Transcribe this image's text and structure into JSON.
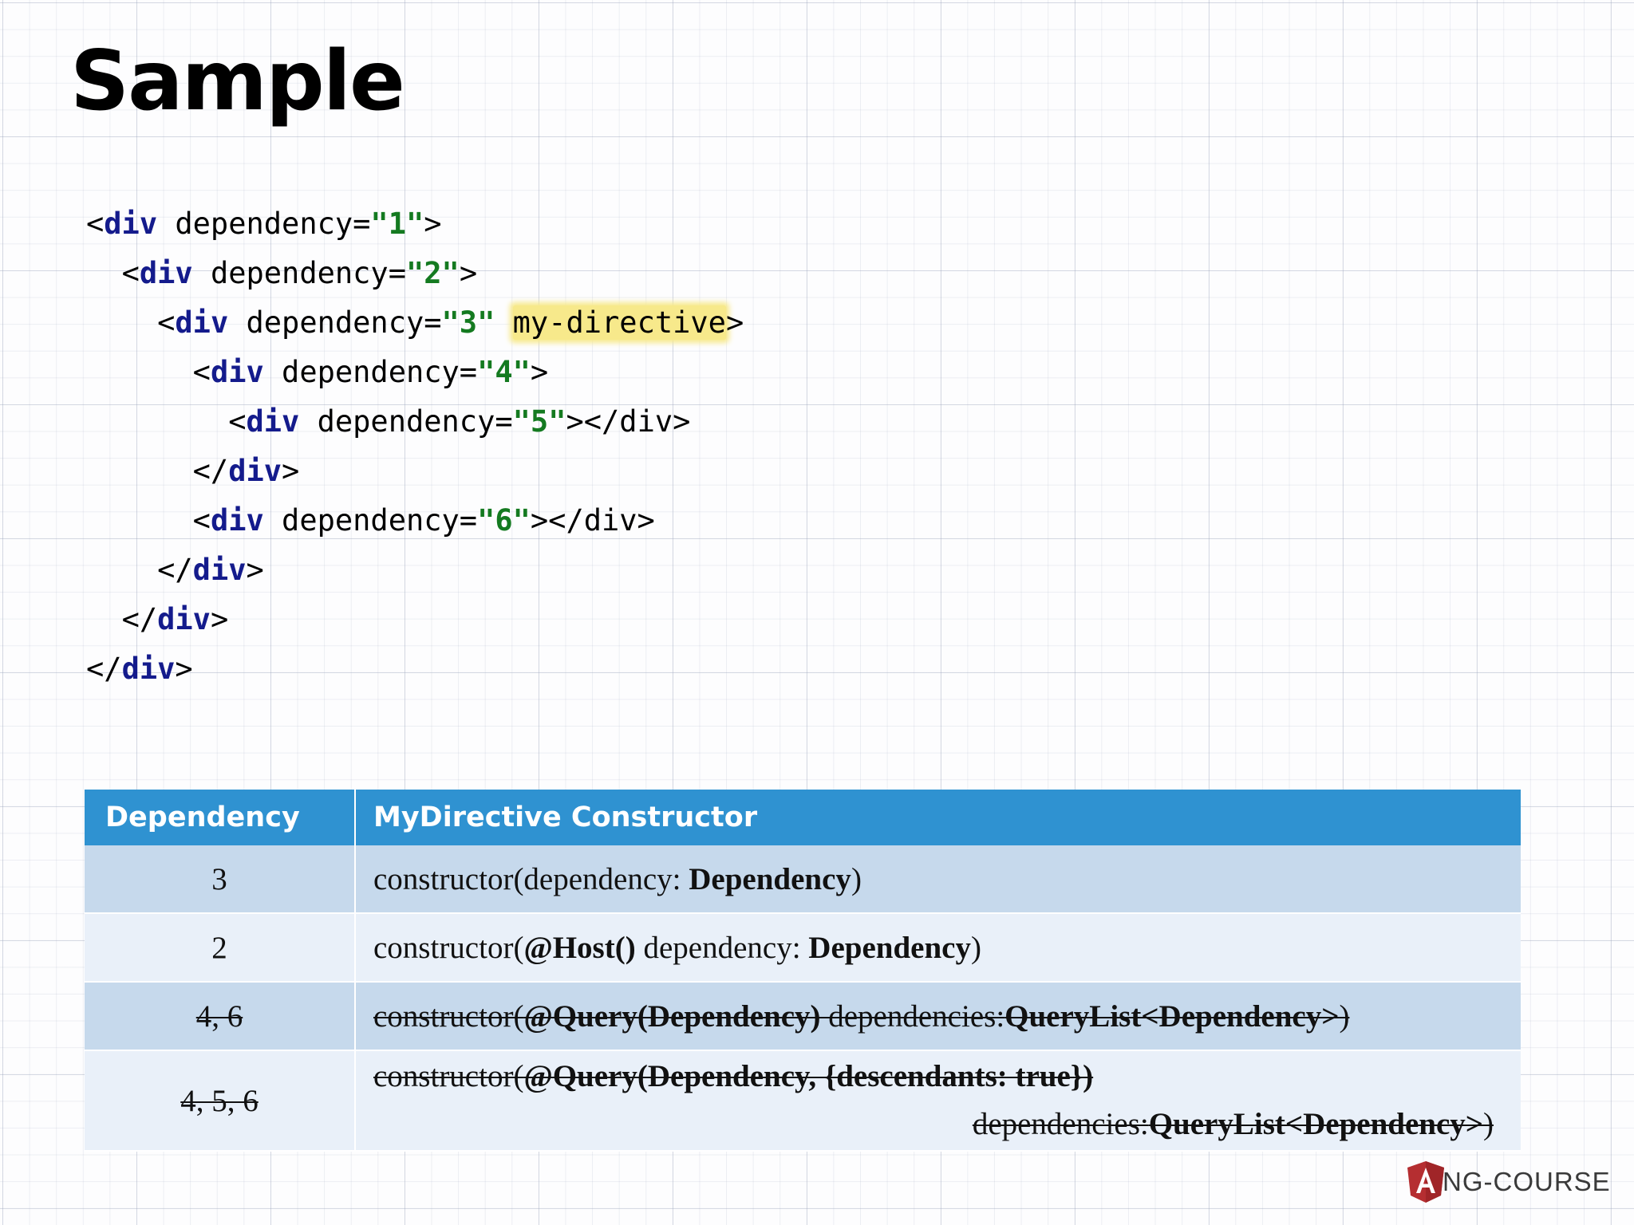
{
  "slide": {
    "title": "Sample"
  },
  "code": {
    "language": "html",
    "highlight_color": "#f7e98b",
    "tag_color": "#141b8c",
    "value_color": "#147a20",
    "lines": [
      {
        "indent": "",
        "open": "<",
        "tag": "div",
        "attr": " dependency=",
        "value": "\"1\"",
        "highlight": "",
        "close": ">"
      },
      {
        "indent": "  ",
        "open": "<",
        "tag": "div",
        "attr": " dependency=",
        "value": "\"2\"",
        "highlight": "",
        "close": ">"
      },
      {
        "indent": "    ",
        "open": "<",
        "tag": "div",
        "attr": " dependency=",
        "value": "\"3\"",
        "highlight": "my-directive",
        "close": ">"
      },
      {
        "indent": "      ",
        "open": "<",
        "tag": "div",
        "attr": " dependency=",
        "value": "\"4\"",
        "highlight": "",
        "close": ">"
      },
      {
        "indent": "        ",
        "open": "<",
        "tag": "div",
        "attr": " dependency=",
        "value": "\"5\"",
        "highlight": "",
        "close": "></div>"
      },
      {
        "indent": "      ",
        "open": "</",
        "tag": "div",
        "attr": "",
        "value": "",
        "highlight": "",
        "close": ">"
      },
      {
        "indent": "      ",
        "open": "<",
        "tag": "div",
        "attr": " dependency=",
        "value": "\"6\"",
        "highlight": "",
        "close": "></div>"
      },
      {
        "indent": "    ",
        "open": "</",
        "tag": "div",
        "attr": "",
        "value": "",
        "highlight": "",
        "close": ">"
      },
      {
        "indent": "  ",
        "open": "</",
        "tag": "div",
        "attr": "",
        "value": "",
        "highlight": "",
        "close": ">"
      },
      {
        "indent": "",
        "open": "</",
        "tag": "div",
        "attr": "",
        "value": "",
        "highlight": "",
        "close": ">"
      }
    ]
  },
  "table": {
    "header_bg": "#2f92d1",
    "row_odd_bg": "#c6d9ec",
    "row_even_bg": "#e9f0f9",
    "columns": [
      "Dependency",
      "MyDirective Constructor"
    ],
    "rows": [
      {
        "dependency": "3",
        "struck": false,
        "constructor_parts": [
          {
            "text": "constructor(dependency: ",
            "bold": false
          },
          {
            "text": "Dependency",
            "bold": true
          },
          {
            "text": ")",
            "bold": false
          }
        ]
      },
      {
        "dependency": "2",
        "struck": false,
        "constructor_parts": [
          {
            "text": "constructor(",
            "bold": false
          },
          {
            "text": "@Host()",
            "bold": true
          },
          {
            "text": " dependency: ",
            "bold": false
          },
          {
            "text": "Dependency",
            "bold": true
          },
          {
            "text": ")",
            "bold": false
          }
        ]
      },
      {
        "dependency": "4, 6",
        "struck": true,
        "constructor_parts": [
          {
            "text": "constructor(",
            "bold": false
          },
          {
            "text": "@Query(Dependency)",
            "bold": true
          },
          {
            "text": " dependencies:",
            "bold": false
          },
          {
            "text": "QueryList<Dependency>",
            "bold": true
          },
          {
            "text": ")",
            "bold": false
          }
        ]
      },
      {
        "dependency": "4, 5, 6",
        "struck": true,
        "constructor_parts": [
          {
            "text": "constructor(",
            "bold": false
          },
          {
            "text": "@Query(Dependency, {descendants: true})",
            "bold": true
          }
        ],
        "constructor_parts_line2": [
          {
            "text": "dependencies:",
            "bold": false
          },
          {
            "text": "QueryList<Dependency>",
            "bold": true
          },
          {
            "text": ")",
            "bold": false
          }
        ]
      }
    ]
  },
  "logo": {
    "brand_letter": "A",
    "brand_text": "NG-COURSE",
    "shield_color": "#b52e31"
  }
}
